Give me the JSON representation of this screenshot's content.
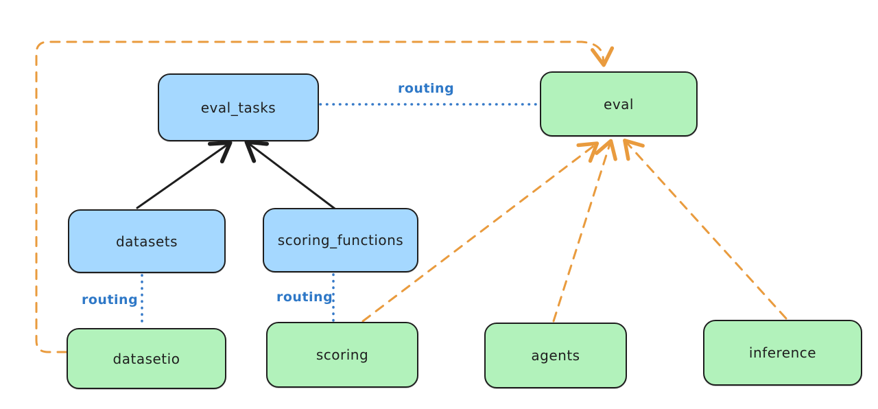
{
  "diagram": {
    "background": "#ffffff",
    "colors": {
      "node_stroke": "#1e1e1e",
      "blue_node_fill": "#a5d8ff",
      "green_node_fill": "#b2f2bb",
      "routing_line": "#3579c8",
      "routing_label": "#2e78c7",
      "provider_arrow": "#e99b3e",
      "dependency_arrow": "#1e1e1e"
    },
    "nodes": {
      "eval_tasks": {
        "label": "eval_tasks",
        "color": "blue"
      },
      "eval": {
        "label": "eval",
        "color": "green"
      },
      "datasets": {
        "label": "datasets",
        "color": "blue"
      },
      "scoring_functions": {
        "label": "scoring_functions",
        "color": "blue"
      },
      "datasetio": {
        "label": "datasetio",
        "color": "green"
      },
      "scoring": {
        "label": "scoring",
        "color": "green"
      },
      "agents": {
        "label": "agents",
        "color": "green"
      },
      "inference": {
        "label": "inference",
        "color": "green"
      }
    },
    "labels": {
      "routing_top": "routing",
      "routing_left": "routing",
      "routing_mid": "routing"
    },
    "edges": [
      {
        "from": "datasets",
        "to": "eval_tasks",
        "style": "solid-black-arrow",
        "label": ""
      },
      {
        "from": "scoring_functions",
        "to": "eval_tasks",
        "style": "solid-black-arrow",
        "label": ""
      },
      {
        "from": "eval_tasks",
        "to": "eval",
        "style": "dotted-blue",
        "label": "routing"
      },
      {
        "from": "datasets",
        "to": "datasetio",
        "style": "dotted-blue",
        "label": "routing"
      },
      {
        "from": "scoring_functions",
        "to": "scoring",
        "style": "dotted-blue",
        "label": "routing"
      },
      {
        "from": "datasetio",
        "to": "eval",
        "style": "dashed-orange-arrow",
        "label": ""
      },
      {
        "from": "scoring",
        "to": "eval",
        "style": "dashed-orange-arrow",
        "label": ""
      },
      {
        "from": "agents",
        "to": "eval",
        "style": "dashed-orange-arrow",
        "label": ""
      },
      {
        "from": "inference",
        "to": "eval",
        "style": "dashed-orange-arrow",
        "label": ""
      }
    ]
  }
}
